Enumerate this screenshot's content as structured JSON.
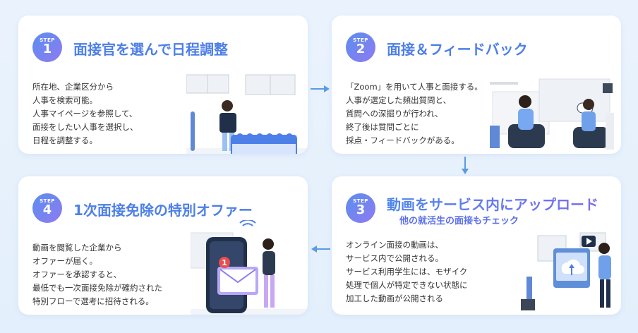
{
  "steps": [
    {
      "step_label": "STEP",
      "number": "1",
      "title": "面接官を選んで日程調整",
      "lines": [
        "所在地、企業区分から",
        "人事を検索可能。",
        "人事マイページを参照して、",
        "面接をしたい人事を選択し、",
        "日程を調整する。"
      ]
    },
    {
      "step_label": "STEP",
      "number": "2",
      "title": "面接＆フィードバック",
      "lines": [
        "「Zoom」を用いて人事と面接する。",
        "人事が選定した頻出質問と、",
        "質問への深掘りが行われ、",
        "終了後は質問ごとに",
        "採点・フィードバックがある。"
      ]
    },
    {
      "step_label": "STEP",
      "number": "3",
      "title": "動画をサービス内にアップロード",
      "subtitle": "他の就活生の面接もチェック",
      "lines": [
        "オンライン面接の動画は、",
        "サービス内で公開される。",
        "サービス利用学生には、モザイク",
        "処理で個人が特定できない状態に",
        "加工した動画が公開される"
      ]
    },
    {
      "step_label": "STEP",
      "number": "4",
      "title": "1次面接免除の特別オファー",
      "lines": [
        "動画を閲覧した企業から",
        "オファーが届く。",
        "オファーを承認すると、",
        "最低でも一次面接免除が確約された",
        "特別フローで選考に招待される。"
      ]
    }
  ],
  "notification_count": "1",
  "colors": {
    "accent": "#4d7fe8",
    "accent2": "#8e7bf0",
    "background": "#e6f1fc"
  }
}
